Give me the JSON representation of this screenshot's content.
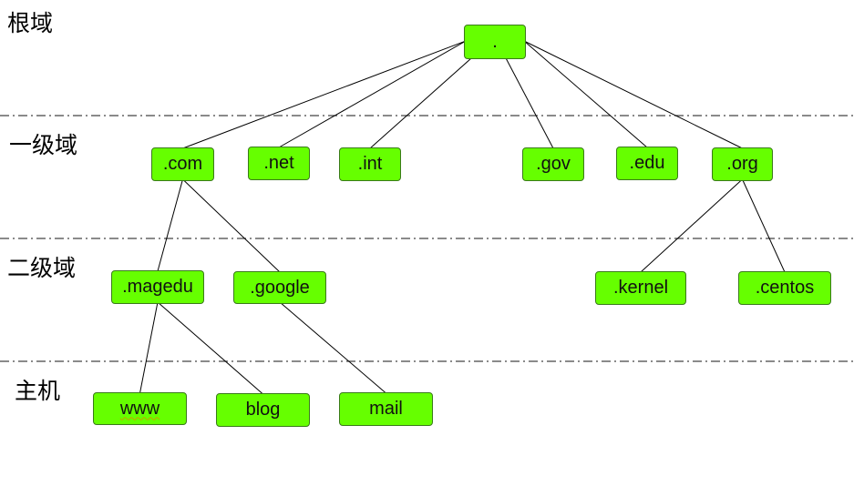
{
  "levels": {
    "root": "根域",
    "tld": "一级域",
    "sld": "二级域",
    "host": "主机"
  },
  "nodes": {
    "root": ".",
    "com": ".com",
    "net": ".net",
    "int": ".int",
    "gov": ".gov",
    "edu": ".edu",
    "org": ".org",
    "magedu": ".magedu",
    "google": ".google",
    "kernel": ".kernel",
    "centos": ".centos",
    "www": "www",
    "blog": "blog",
    "mail": "mail"
  },
  "edges": [
    [
      "root",
      "com"
    ],
    [
      "root",
      "net"
    ],
    [
      "root",
      "int"
    ],
    [
      "root",
      "gov"
    ],
    [
      "root",
      "edu"
    ],
    [
      "root",
      "org"
    ],
    [
      "com",
      "magedu"
    ],
    [
      "com",
      "google"
    ],
    [
      "org",
      "kernel"
    ],
    [
      "org",
      "centos"
    ],
    [
      "magedu",
      "www"
    ],
    [
      "magedu",
      "blog"
    ],
    [
      "google",
      "mail"
    ]
  ],
  "colors": {
    "node_fill": "#66ff00",
    "node_border": "#3a7a1a",
    "edge": "#000000",
    "separator": "#444444"
  }
}
